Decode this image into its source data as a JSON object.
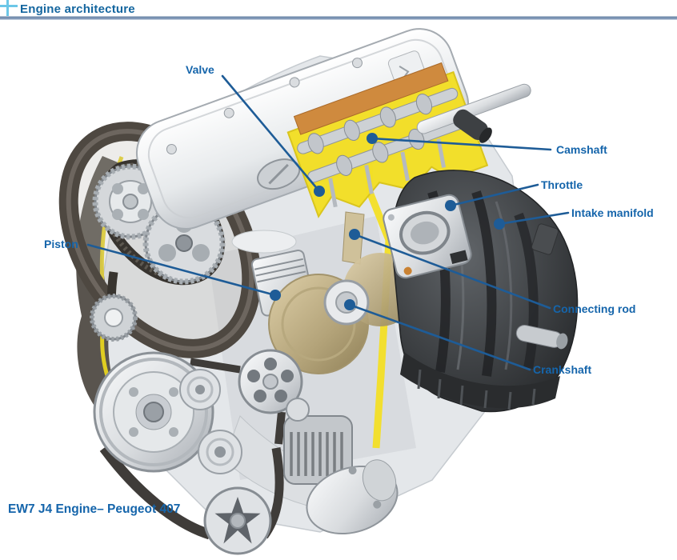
{
  "header": {
    "title": "Engine architecture"
  },
  "icons": {
    "corner_mark": "crop-corner-mark-icon"
  },
  "colors": {
    "header_text": "#14669f",
    "label_text": "#1565ab",
    "leader_line": "#1e5c97",
    "accent_cyan": "#6cc7e8",
    "cutaway_yellow": "#f3df25",
    "cam_carrier_orange": "#cf8a3e",
    "manifold_dark": "#37393c",
    "crank_beige": "#c3b389"
  },
  "diagram": {
    "labels": [
      {
        "id": "valve",
        "text": "Valve"
      },
      {
        "id": "camshaft",
        "text": "Camshaft"
      },
      {
        "id": "throttle",
        "text": "Throttle"
      },
      {
        "id": "intake-manifold",
        "text": "Intake manifold"
      },
      {
        "id": "piston",
        "text": "Piston"
      },
      {
        "id": "connecting-rod",
        "text": "Connecting rod"
      },
      {
        "id": "crankshaft",
        "text": "Crankshaft"
      }
    ],
    "caption": "EW7 J4 Engine– Peugeot 407"
  }
}
